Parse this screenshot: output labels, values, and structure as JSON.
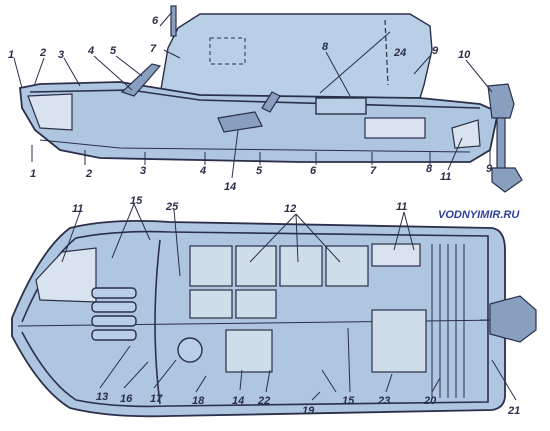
{
  "diagram": {
    "side_labels": [
      "1",
      "2",
      "3",
      "4",
      "5",
      "6",
      "7",
      "8",
      "9",
      "10",
      "11",
      "14",
      "24"
    ],
    "station_labels": [
      "1",
      "2",
      "3",
      "4",
      "5",
      "6",
      "7",
      "8",
      "9"
    ],
    "plan_labels": [
      "11",
      "15",
      "25",
      "12",
      "11",
      "13",
      "16",
      "17",
      "18",
      "14",
      "22",
      "19",
      "15",
      "23",
      "20",
      "21"
    ],
    "watermark": "VODNYIMIR.RU"
  },
  "colors": {
    "hull_fill": "#aec6e0",
    "outline": "#2b2f4a",
    "canopy": "#b7cde4",
    "foam": "#d8e3ef"
  }
}
